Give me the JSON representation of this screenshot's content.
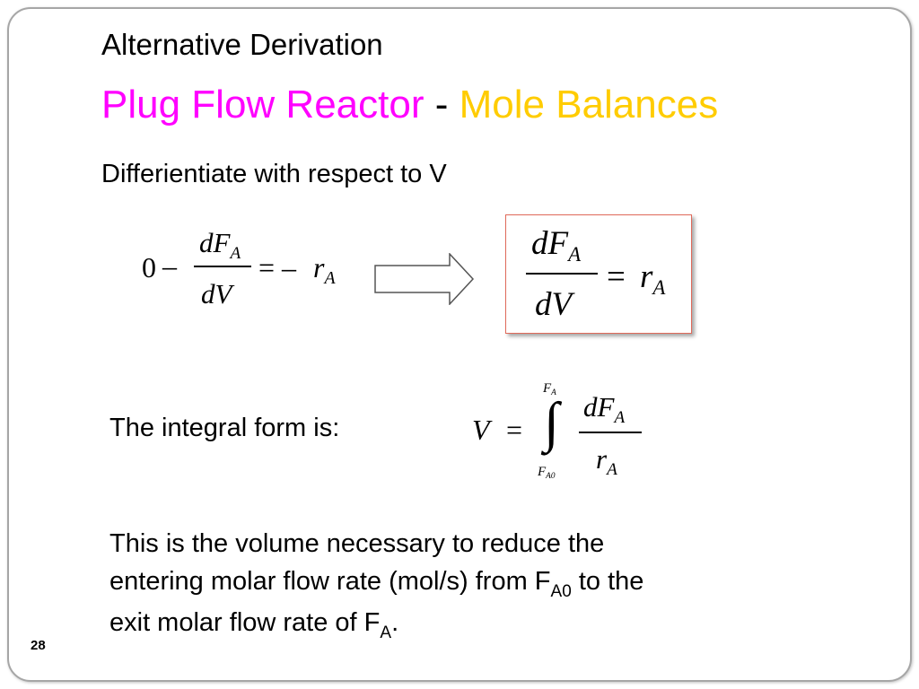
{
  "slide": {
    "subtitle": "Alternative Derivation",
    "title_part1": "Plug Flow Reactor",
    "title_sep": "-",
    "title_part2": "Mole Balances",
    "instruction": "Differientiate  with respect to V",
    "integral_label": "The integral form is:",
    "explanation": {
      "line1": "This is the volume necessary to reduce the",
      "line2_start": "entering molar flow rate (mol/s) from F",
      "line2_sub": "A0",
      "line2_end": " to the",
      "line3_start": "exit molar flow rate of F",
      "line3_sub": "A",
      "line3_end": "."
    },
    "page_number": "28"
  },
  "equations": {
    "left": {
      "zero": "0",
      "minus": "–",
      "num_d": "dF",
      "num_sub": "A",
      "den": "dV",
      "equals_neg": "= –",
      "rhs": "r",
      "rhs_sub": "A"
    },
    "result": {
      "num_d": "dF",
      "num_sub": "A",
      "den": "dV",
      "equals": "=",
      "rhs": "r",
      "rhs_sub": "A"
    },
    "integral": {
      "lhs": "V",
      "equals": "=",
      "sign": "∫",
      "upper": "F",
      "upper_sub": "A",
      "lower": "F",
      "lower_sub": "A0",
      "num_d": "dF",
      "num_sub": "A",
      "den": "r",
      "den_sub": "A"
    }
  },
  "colors": {
    "title_pink": "#ff00ff",
    "title_yellow": "#ffcc00",
    "box_border": "#e06a5a"
  }
}
